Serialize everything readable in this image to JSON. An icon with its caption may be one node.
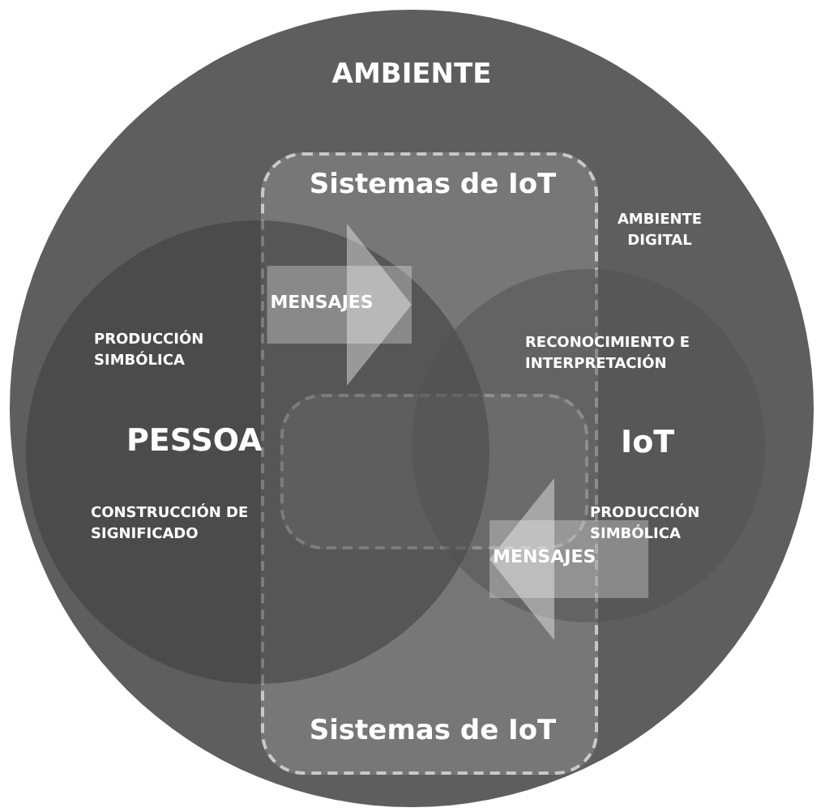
{
  "diagram": {
    "nodes": [
      {
        "text": [
          "AMBIENTE"
        ]
      },
      {
        "text": [
          "Sistemas de IoT",
          "Sistemas de IoT"
        ],
        "in": 0
      },
      {
        "text": [
          "PRODUCCIÓN SIMBÓLICA",
          "PESSOA",
          "CONSTRUCCIÓN DE SIGNIFICADO"
        ],
        "in": 0
      },
      {
        "text": [
          "AMBIENTE DIGITAL",
          "RECONOCIMIENTO E INTERPRETACIÓN",
          "IoT",
          "PRODUCCIÓN SIMBÓLICA"
        ],
        "in": 0
      },
      {
        "text": [],
        "shape": "box",
        "in": 1
      }
    ],
    "edges": [
      {
        "from": 2,
        "to": 3,
        "arrow": "to",
        "label": "MENSAJES"
      },
      {
        "from": 3,
        "to": 2,
        "arrow": "to",
        "label": "MENSAJES"
      }
    ]
  }
}
